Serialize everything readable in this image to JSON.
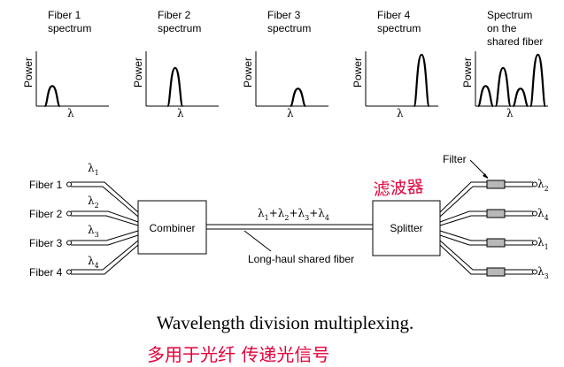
{
  "spectra": [
    {
      "title": [
        "Fiber 1",
        "spectrum"
      ],
      "y_label": "Power",
      "x_label": "λ",
      "peaks": [
        {
          "pos": 0.22,
          "height": 0.38
        }
      ]
    },
    {
      "title": [
        "Fiber 2",
        "spectrum"
      ],
      "y_label": "Power",
      "x_label": "λ",
      "peaks": [
        {
          "pos": 0.4,
          "height": 0.72
        }
      ]
    },
    {
      "title": [
        "Fiber 3",
        "spectrum"
      ],
      "y_label": "Power",
      "x_label": "λ",
      "peaks": [
        {
          "pos": 0.58,
          "height": 0.33
        }
      ]
    },
    {
      "title": [
        "Fiber 4",
        "spectrum"
      ],
      "y_label": "Power",
      "x_label": "λ",
      "peaks": [
        {
          "pos": 0.77,
          "height": 0.97
        }
      ]
    },
    {
      "title": [
        "Spectrum",
        "on the",
        "shared fiber"
      ],
      "y_label": "Power",
      "x_label": "λ",
      "peaks": [
        {
          "pos": 0.14,
          "height": 0.38
        },
        {
          "pos": 0.38,
          "height": 0.72
        },
        {
          "pos": 0.62,
          "height": 0.33
        },
        {
          "pos": 0.86,
          "height": 0.97
        }
      ]
    }
  ],
  "inputs": [
    {
      "label": "Fiber 1",
      "wavelength": "λ",
      "sub": "1"
    },
    {
      "label": "Fiber 2",
      "wavelength": "λ",
      "sub": "2"
    },
    {
      "label": "Fiber 3",
      "wavelength": "λ",
      "sub": "3"
    },
    {
      "label": "Fiber 4",
      "wavelength": "λ",
      "sub": "4"
    }
  ],
  "combiner": "Combiner",
  "splitter": "Splitter",
  "shared_fiber_label": "Long-haul shared fiber",
  "sum_label": [
    "λ",
    "1",
    "+λ",
    "2",
    "+λ",
    "3",
    "+λ",
    "4"
  ],
  "filter_label": "Filter",
  "outputs": [
    {
      "wavelength": "λ",
      "sub": "2"
    },
    {
      "wavelength": "λ",
      "sub": "4"
    },
    {
      "wavelength": "λ",
      "sub": "1"
    },
    {
      "wavelength": "λ",
      "sub": "3"
    }
  ],
  "caption": "Wavelength division multiplexing.",
  "annotations": {
    "filter_note": "滤波器",
    "bottom_note": "多用于光纤 传递光信号"
  },
  "colors": {
    "line": "#000000",
    "filter": "#b8b8b8",
    "annotation": "#e3003a"
  }
}
